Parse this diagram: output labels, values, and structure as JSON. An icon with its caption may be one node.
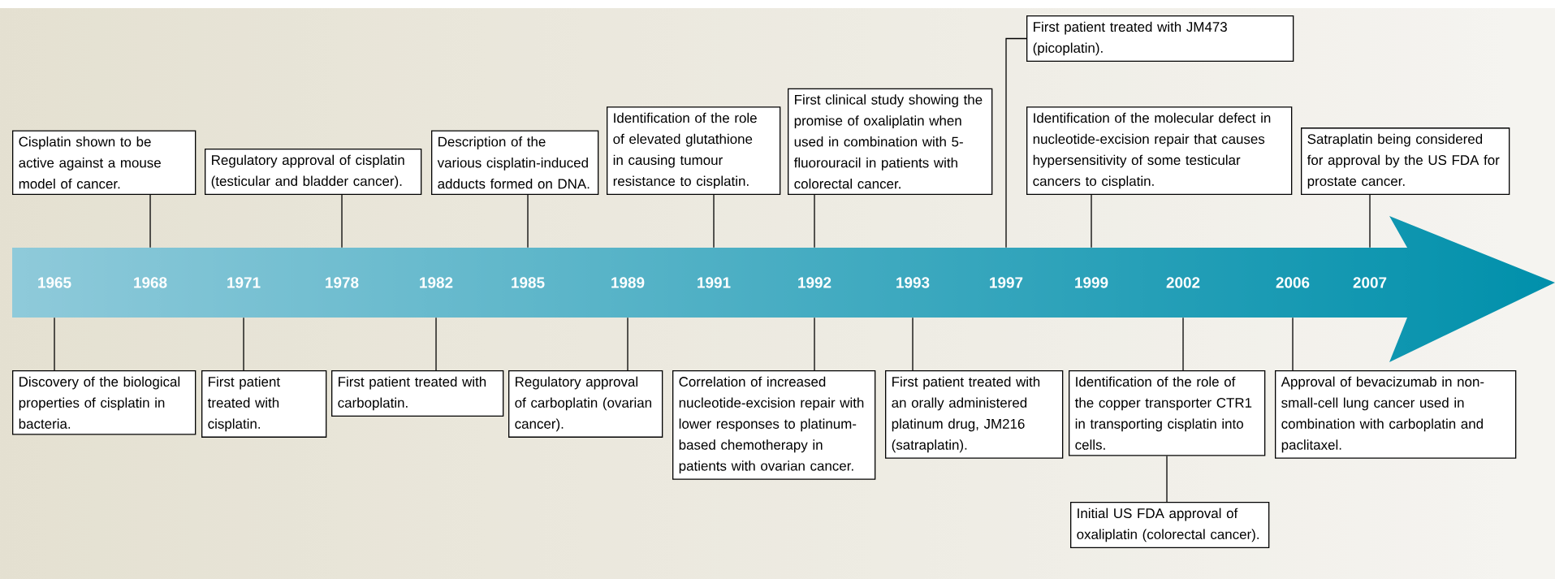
{
  "diagram": {
    "nodes": [
      {
        "text": [
          "Cisplatin shown to be active against a mouse model of cancer."
        ]
      },
      {
        "text": [
          "Regulatory approval of cisplatin (testicular and bladder cancer)."
        ]
      },
      {
        "text": [
          "Description of the various cisplatin-induced adducts formed on DNA."
        ]
      },
      {
        "text": [
          "Identification of the role of elevated glutathione in causing tumour resistance to cisplatin."
        ]
      },
      {
        "text": [
          "First clinical study showing the promise of oxaliplatin when used in combination with 5-fluorouracil in patients with colorectal cancer."
        ]
      },
      {
        "text": [
          "First patient treated with JM473 (picoplatin)."
        ]
      },
      {
        "text": [
          "Identification of the molecular defect in nucleotide-excision repair that causes hypersensitivity of some testicular cancers to cisplatin."
        ]
      },
      {
        "text": [
          "Satraplatin being considered for approval by the US FDA for prostate cancer."
        ]
      },
      {
        "text": [
          "1965"
        ]
      },
      {
        "text": [
          "1968"
        ]
      },
      {
        "text": [
          "1971"
        ]
      },
      {
        "text": [
          "1978"
        ]
      },
      {
        "text": [
          "1982"
        ]
      },
      {
        "text": [
          "1985"
        ]
      },
      {
        "text": [
          "1989"
        ]
      },
      {
        "text": [
          "1991"
        ]
      },
      {
        "text": [
          "1992"
        ]
      },
      {
        "text": [
          "1993"
        ]
      },
      {
        "text": [
          "1997"
        ]
      },
      {
        "text": [
          "1999"
        ]
      },
      {
        "text": [
          "2002"
        ]
      },
      {
        "text": [
          "2006"
        ]
      },
      {
        "text": [
          "2007"
        ]
      },
      {
        "text": [
          "Discovery of the biological properties of cisplatin in bacteria."
        ]
      },
      {
        "text": [
          "First patient treated with cisplatin."
        ]
      },
      {
        "text": [
          "First patient treated with carboplatin."
        ]
      },
      {
        "text": [
          "Regulatory approval of carboplatin (ovarian cancer)."
        ]
      },
      {
        "text": [
          "Correlation of increased nucleotide-excision repair with lower responses to platinum-based chemotherapy in patients with ovarian cancer."
        ]
      },
      {
        "text": [
          "First patient treated with an orally administered platinum drug, JM216 (satraplatin)."
        ]
      },
      {
        "text": [
          "Identification of the role of the copper transporter CTR1 in transporting cisplatin into cells."
        ]
      },
      {
        "text": [
          "Initial US FDA approval of oxaliplatin (colorectal cancer)."
        ]
      },
      {
        "text": [
          "Approval of bevacizumab in non-small-cell lung cancer used in combination with carboplatin and paclitaxel."
        ]
      }
    ],
    "edges": [
      {
        "from": 0,
        "to": 9,
        "arrow": "none"
      },
      {
        "from": 1,
        "to": 11,
        "arrow": "none"
      },
      {
        "from": 2,
        "to": 13,
        "arrow": "none"
      },
      {
        "from": 3,
        "to": 15,
        "arrow": "none"
      },
      {
        "from": 4,
        "to": 16,
        "arrow": "none"
      },
      {
        "from": 5,
        "to": 18,
        "arrow": "none"
      },
      {
        "from": 6,
        "to": 19,
        "arrow": "none"
      },
      {
        "from": 7,
        "to": 22,
        "arrow": "none"
      },
      {
        "from": 8,
        "to": 23,
        "arrow": "none"
      },
      {
        "from": 10,
        "to": 24,
        "arrow": "none"
      },
      {
        "from": 12,
        "to": 25,
        "arrow": "none"
      },
      {
        "from": 14,
        "to": 26,
        "arrow": "none"
      },
      {
        "from": 16,
        "to": 27,
        "arrow": "none"
      },
      {
        "from": 17,
        "to": 28,
        "arrow": "none"
      },
      {
        "from": 20,
        "to": 29,
        "arrow": "none"
      },
      {
        "from": 29,
        "to": 30,
        "arrow": "none"
      },
      {
        "from": 21,
        "to": 31,
        "arrow": "none"
      }
    ]
  }
}
